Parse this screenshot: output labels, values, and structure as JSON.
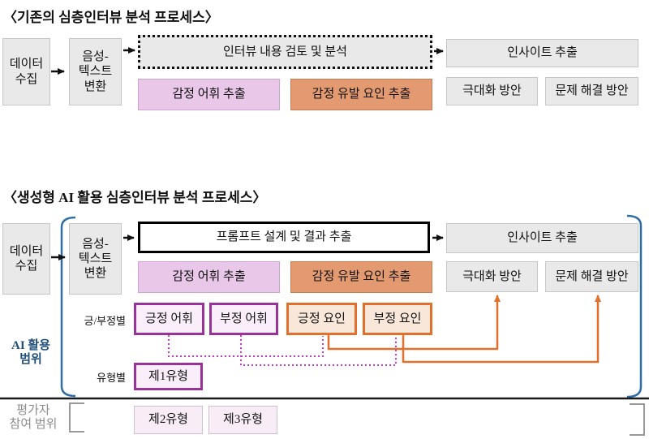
{
  "section_existing": {
    "title": "〈기존의 심층인터뷰 분석 프로세스〉",
    "boxes": {
      "data_collect": "데이터\n수집",
      "stt": "음성-\n텍스트\n변환",
      "review": "인터뷰 내용 검토 및 분석",
      "insight": "인사이트 추출",
      "emotion_vocab": "감정 어휘 추출",
      "emotion_factor": "감정 유발 요인 추출",
      "maximize": "극대화 방안",
      "solve": "문제 해결 방안"
    }
  },
  "section_ai": {
    "title": "〈생성형 AI 활용 심층인터뷰 분석 프로세스〉",
    "boxes": {
      "data_collect": "데이터\n수집",
      "stt": "음성-\n텍스트\n변환",
      "prompt": "프롬프트 설계 및 결과 추출",
      "insight": "인사이트 추출",
      "emotion_vocab": "감정 어휘 추출",
      "emotion_factor": "감정 유발 요인 추출",
      "maximize": "극대화 방안",
      "solve": "문제 해결 방안",
      "pos_vocab": "긍정 어휘",
      "neg_vocab": "부정 어휘",
      "pos_factor": "긍정 요인",
      "neg_factor": "부정 요인",
      "type1": "제1유형",
      "type2": "제2유형",
      "type3": "제3유형"
    },
    "labels": {
      "row_posneg": "긍/부정별",
      "row_type": "유형별",
      "ai_scope": "AI 활용\n범위",
      "eval_scope": "평가자\n참여 범위"
    }
  },
  "colors": {
    "gray_box_fill": "#e9e9e9",
    "pink_fill": "#e8c7e8",
    "orange_fill": "#e49a70",
    "purple_border": "#993299",
    "purple_box_fill": "#faeefa",
    "orange_border": "#e0702c",
    "orange_box_fill": "#f9e7d9",
    "light_pink_fill": "#f8edf6",
    "dotted_connector": "#c839c8",
    "blue_bracket": "#2e6ea6",
    "blue_label": "#1f4e79",
    "gray_label": "#8c8c8c"
  }
}
